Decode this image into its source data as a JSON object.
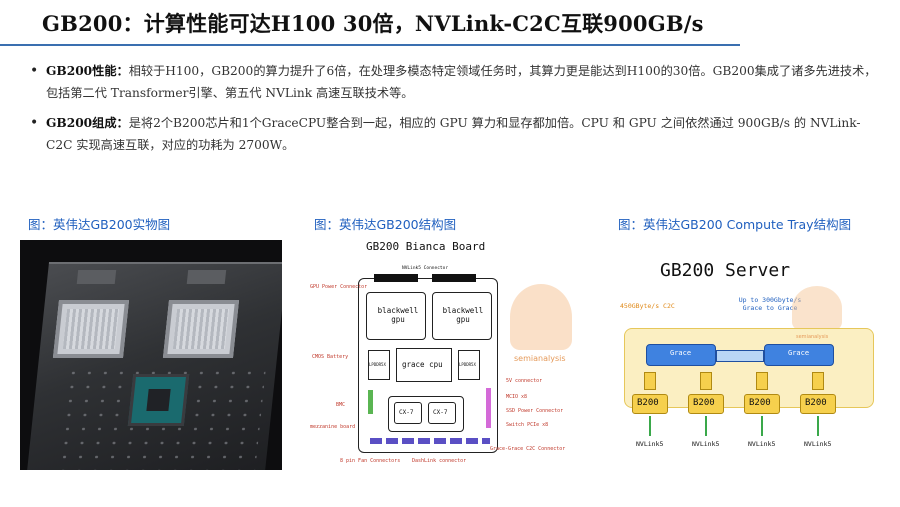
{
  "title": "GB200：计算性能可达H100 30倍，NVLink-C2C互联900GB/s",
  "bullets": [
    {
      "label": "GB200性能：",
      "text": "相较于H100，GB200的算力提升了6倍，在处理多模态特定领域任务时，其算力更是能达到H100的30倍。GB200集成了诸多先进技术，包括第二代 Transformer引擎、第五代 NVLink 高速互联技术等。"
    },
    {
      "label": "GB200组成：",
      "text": "是将2个B200芯片和1个GraceCPU整合到一起，相应的 GPU 算力和显存都加倍。CPU 和 GPU 之间依然通过 900GB/s 的 NVLink-C2C 实现高速互联，对应的功耗为 2700W。"
    }
  ],
  "figures": {
    "photo_caption": "图：英伟达GB200实物图",
    "structure_caption": "图：英伟达GB200结构图",
    "tray_caption": "图：英伟达GB200 Compute Tray结构图"
  },
  "bianca": {
    "title": "GB200 Bianca Board",
    "nvlink_connector": "NVLink5 Connector",
    "gpu1": "blackwell gpu",
    "gpu2": "blackwell gpu",
    "cpu": "grace cpu",
    "lpddr_left": "LPDDR5X",
    "lpddr_right": "LPDDR5X",
    "cx1": "CX-7",
    "cx2": "CX-7",
    "watermark": "semianalysis",
    "labels": {
      "gpu_power": "GPU Power Connector",
      "cmos": "CMOS Battery",
      "bmc": "BMC",
      "mezz": "mezzanine board",
      "pin8": "8 pin Fan Connectors",
      "dashlink": "DashLink connector",
      "fv": "5V connector",
      "mcio": "MCIO x8",
      "ssd": "SSD Power Connector",
      "pcie": "Switch PCIe x8",
      "grace": "Grace-Grace C2C Connector"
    }
  },
  "server": {
    "title": "GB200 Server",
    "note_left": "450GByte/s C2C",
    "note_right": "Up to 300Gbyte/s Grace to Grace",
    "grace1": "Grace",
    "grace2": "Grace",
    "gpus": [
      "B200",
      "B200",
      "B200",
      "B200"
    ],
    "nvlinks": [
      "NVLink5",
      "NVLink5",
      "NVLink5",
      "NVLink5"
    ],
    "watermark": "semianalysis"
  },
  "colors": {
    "title_rule": "#3a6fb0",
    "caption": "#1f5fbf",
    "tray_bg": "#fbefc2",
    "grace_blue": "#3f82e0",
    "b200_yellow": "#f6d04d",
    "nvlink_green": "#3aa84a"
  }
}
